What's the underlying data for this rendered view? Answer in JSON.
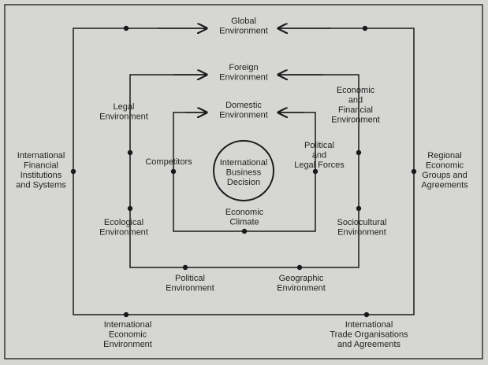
{
  "colors": {
    "background": "#d6d6d4",
    "line": "#1a1a1a"
  },
  "center": {
    "lines": [
      "International",
      "Business",
      "Decision"
    ]
  },
  "levels": {
    "global": [
      "Global",
      "Environment"
    ],
    "foreign": [
      "Foreign",
      "Environment"
    ],
    "domestic": [
      "Domestic",
      "Environment"
    ]
  },
  "factors": {
    "intl_financial": [
      "International",
      "Financial",
      "Institutions",
      "and Systems"
    ],
    "regional": [
      "Regional",
      "Economic",
      "Groups and",
      "Agreements"
    ],
    "intl_economic": [
      "International",
      "Economic",
      "Environment"
    ],
    "intl_trade": [
      "International",
      "Trade Organisations",
      "and Agreements"
    ],
    "legal": [
      "Legal",
      "Environment"
    ],
    "economic_financial": [
      "Economic",
      "and",
      "Financial",
      "Environment"
    ],
    "ecological": [
      "Ecological",
      "Environment"
    ],
    "sociocultural": [
      "Sociocultural",
      "Environment"
    ],
    "political": [
      "Political",
      "Environment"
    ],
    "geographic": [
      "Geographic",
      "Environment"
    ],
    "competitors": [
      "Competitors"
    ],
    "political_legal": [
      "Political",
      "and",
      "Legal Forces"
    ],
    "economic_climate": [
      "Economic",
      "Climate"
    ]
  }
}
